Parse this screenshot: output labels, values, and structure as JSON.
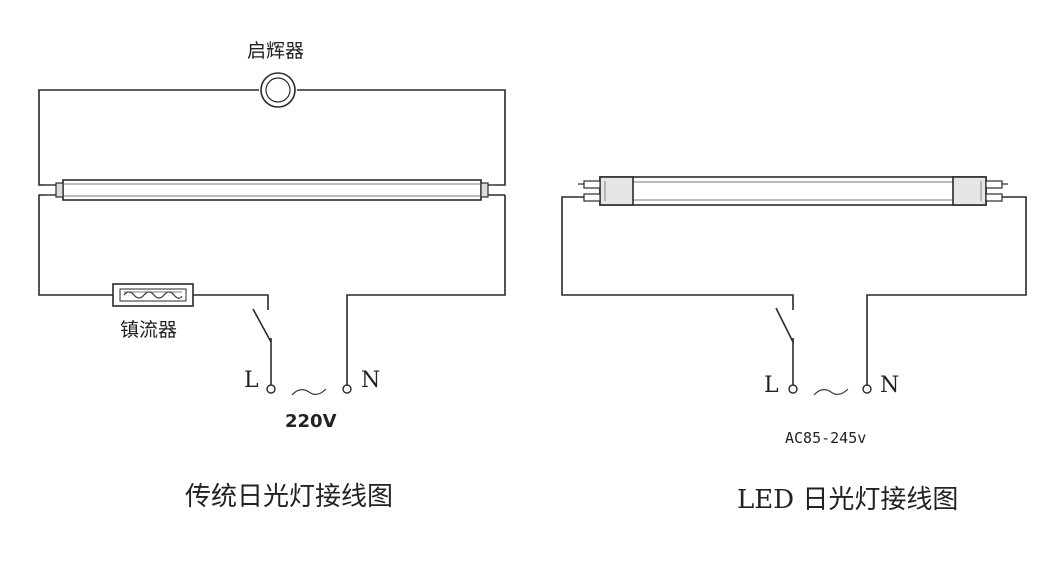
{
  "traditional": {
    "starter_label": "启辉器",
    "ballast_label": "镇流器",
    "live_label": "L",
    "neutral_label": "N",
    "voltage_label": "220V",
    "caption": "传统日光灯接线图"
  },
  "led": {
    "live_label": "L",
    "neutral_label": "N",
    "voltage_label": "AC85-245v",
    "caption": "LED 日光灯接线图"
  }
}
